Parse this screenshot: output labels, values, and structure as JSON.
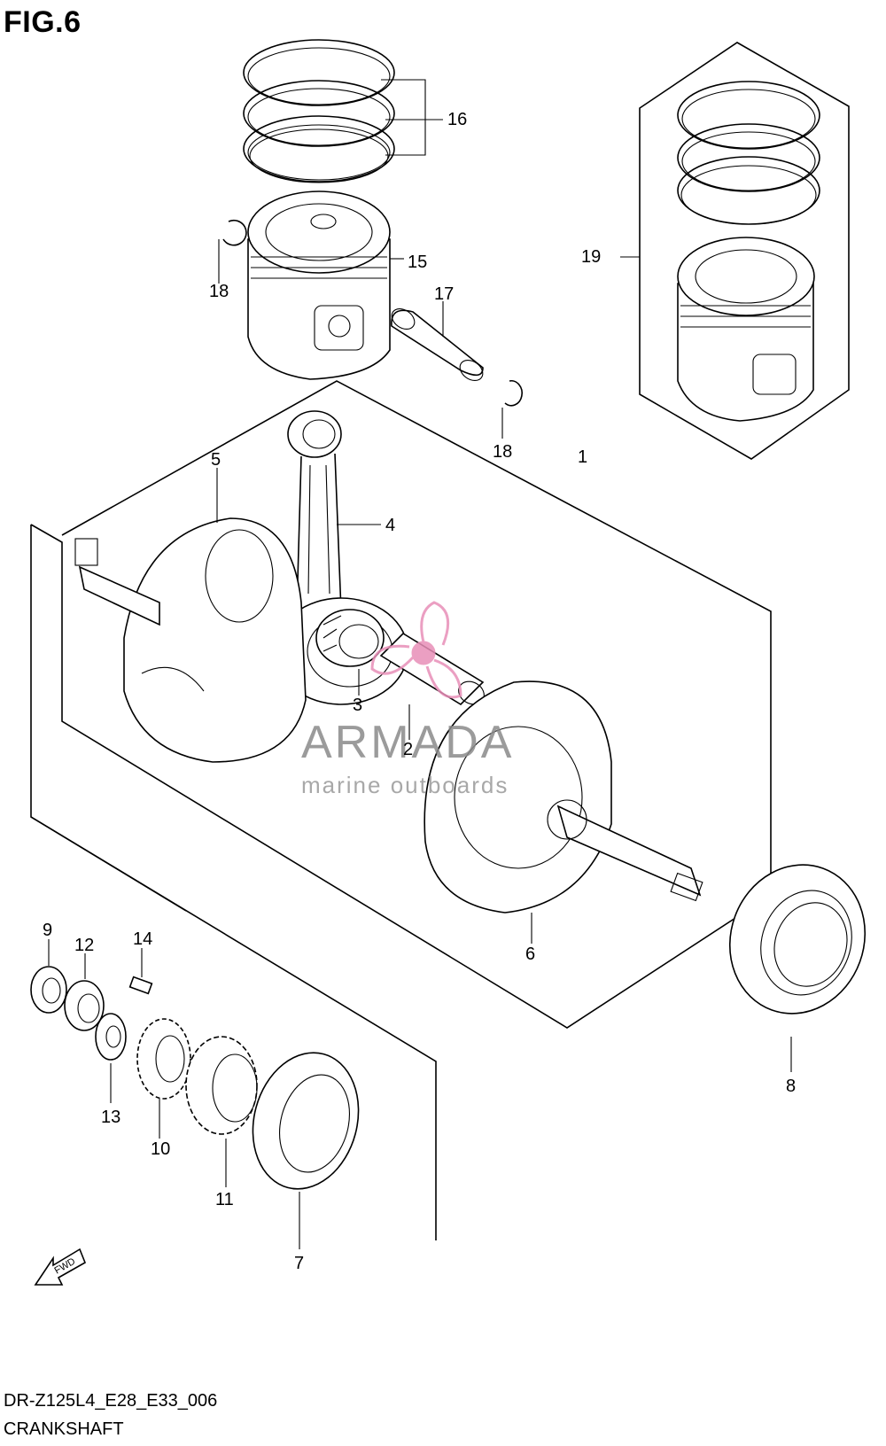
{
  "figure": {
    "title": "FIG.6",
    "code": "DR-Z125L4_E28_E33_006",
    "name": "CRANKSHAFT"
  },
  "watermark": {
    "brand": "ARMADA",
    "tagline": "marine outboards",
    "logo_color": "#e88fb8"
  },
  "direction_arrow": "FWD",
  "callouts": [
    "1",
    "2",
    "3",
    "4",
    "5",
    "6",
    "7",
    "8",
    "9",
    "10",
    "11",
    "12",
    "13",
    "14",
    "15",
    "16",
    "17",
    "18",
    "18",
    "19"
  ]
}
